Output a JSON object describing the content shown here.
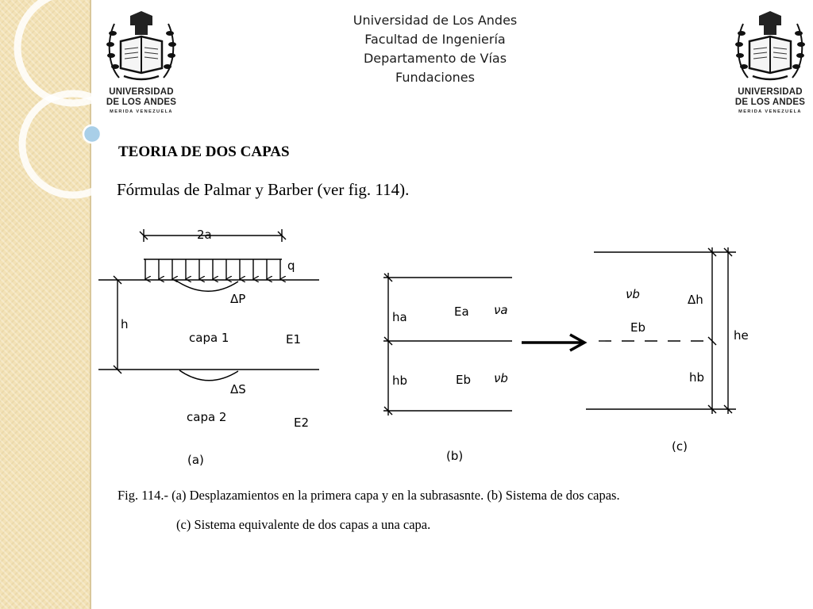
{
  "header": {
    "line1": "Universidad de Los Andes",
    "line2": "Facultad de Ingeniería",
    "line3": "Departamento de Vías",
    "line4": "Fundaciones"
  },
  "logo": {
    "line1": "UNIVERSIDAD",
    "line2": "DE LOS ANDES",
    "line3": "MERIDA VENEZUELA"
  },
  "title": "TEORIA DE DOS CAPAS",
  "subtitle": "Fórmulas de Palmar y Barber (ver fig. 114).",
  "figure": {
    "a": {
      "width_label": "2a",
      "load_label": "q",
      "deflection_top": "ΔP",
      "deflection_bottom": "ΔS",
      "thickness_label": "h",
      "layer1_label": "capa 1",
      "layer1_modulus": "E1",
      "layer2_label": "capa 2",
      "layer2_modulus": "E2",
      "panel_label": "(a)"
    },
    "b": {
      "ha": "ha",
      "ea": "Ea",
      "va": "νa",
      "hb": "hb",
      "eb": "Eb",
      "vb": "νb",
      "panel_label": "(b)"
    },
    "c": {
      "vb": "νb",
      "dh": "Δh",
      "eb": "Eb",
      "he": "he",
      "hb": "hb",
      "panel_label": "(c)"
    }
  },
  "caption": {
    "line1": "Fig. 114.- (a) Desplazamientos en la primera capa y en la subrasasnte. (b) Sistema de  dos capas.",
    "line2": "(c) Sistema equivalente de dos capas a una capa."
  },
  "colors": {
    "sidebar": "#f3e2b6",
    "accent_dot": "#a9cfe8"
  }
}
